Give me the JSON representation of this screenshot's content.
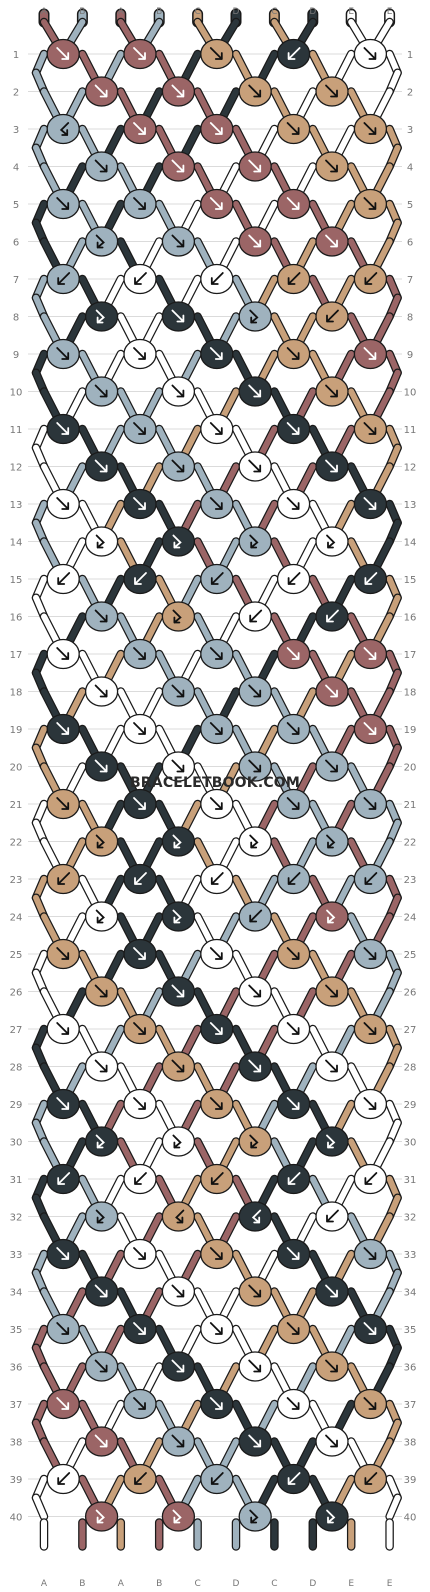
{
  "watermark": "BRACELETBOOK.COM",
  "strand_labels": [
    "A",
    "B",
    "A",
    "B",
    "C",
    "D",
    "C",
    "D",
    "E",
    "E"
  ],
  "colors": {
    "A": "#9b6566",
    "B": "#9fb2be",
    "C": "#c8a07a",
    "D": "#2b353a",
    "E": "#ffffff"
  },
  "initial_strands": [
    "A",
    "B",
    "A",
    "B",
    "C",
    "D",
    "C",
    "D",
    "E",
    "E"
  ],
  "rows": [
    {
      "label": "1",
      "knots": [
        "f",
        "f",
        "f",
        "b",
        "f"
      ]
    },
    {
      "label": "2",
      "knots": [
        "f",
        "f",
        "f",
        "f"
      ]
    },
    {
      "label": "3",
      "knots": [
        "bf",
        "f",
        "f",
        "f",
        "f"
      ]
    },
    {
      "label": "4",
      "knots": [
        "f",
        "f",
        "f",
        "f"
      ]
    },
    {
      "label": "5",
      "knots": [
        "f",
        "f",
        "f",
        "f",
        "f"
      ]
    },
    {
      "label": "6",
      "knots": [
        "fb",
        "f",
        "f",
        "f"
      ]
    },
    {
      "label": "7",
      "knots": [
        "b",
        "b",
        "b",
        "b",
        "b"
      ]
    },
    {
      "label": "8",
      "knots": [
        "fb",
        "f",
        "fb",
        "b"
      ]
    },
    {
      "label": "9",
      "knots": [
        "f",
        "f",
        "f",
        "f",
        "f"
      ]
    },
    {
      "label": "10",
      "knots": [
        "f",
        "f",
        "f",
        "f"
      ]
    },
    {
      "label": "11",
      "knots": [
        "f",
        "f",
        "f",
        "f",
        "f"
      ]
    },
    {
      "label": "12",
      "knots": [
        "f",
        "f",
        "f",
        "f"
      ]
    },
    {
      "label": "13",
      "knots": [
        "f",
        "f",
        "f",
        "f",
        "f"
      ]
    },
    {
      "label": "14",
      "knots": [
        "fb",
        "fb",
        "fb",
        "fb"
      ]
    },
    {
      "label": "15",
      "knots": [
        "b",
        "b",
        "b",
        "b",
        "b"
      ]
    },
    {
      "label": "16",
      "knots": [
        "f",
        "fb",
        "b",
        "b"
      ]
    },
    {
      "label": "17",
      "knots": [
        "f",
        "f",
        "f",
        "f",
        "f"
      ]
    },
    {
      "label": "18",
      "knots": [
        "f",
        "f",
        "f",
        "f"
      ]
    },
    {
      "label": "19",
      "knots": [
        "f",
        "f",
        "f",
        "f",
        "f"
      ]
    },
    {
      "label": "20",
      "knots": [
        "f",
        "f",
        "f",
        "f"
      ]
    },
    {
      "label": "21",
      "knots": [
        "f",
        "f",
        "f",
        "f",
        "f"
      ]
    },
    {
      "label": "22",
      "knots": [
        "fb",
        "fb",
        "fb",
        "fb"
      ]
    },
    {
      "label": "23",
      "knots": [
        "b",
        "b",
        "b",
        "b",
        "b"
      ]
    },
    {
      "label": "24",
      "knots": [
        "fb",
        "fb",
        "b",
        "fb"
      ]
    },
    {
      "label": "25",
      "knots": [
        "f",
        "f",
        "f",
        "f",
        "f"
      ]
    },
    {
      "label": "26",
      "knots": [
        "f",
        "f",
        "f",
        "f"
      ]
    },
    {
      "label": "27",
      "knots": [
        "f",
        "f",
        "f",
        "f",
        "f"
      ]
    },
    {
      "label": "28",
      "knots": [
        "f",
        "f",
        "f",
        "f"
      ]
    },
    {
      "label": "29",
      "knots": [
        "f",
        "f",
        "f",
        "f",
        "f"
      ]
    },
    {
      "label": "30",
      "knots": [
        "fb",
        "fb",
        "fb",
        "fb"
      ]
    },
    {
      "label": "31",
      "knots": [
        "b",
        "b",
        "b",
        "b",
        "b"
      ]
    },
    {
      "label": "32",
      "knots": [
        "fb",
        "bf",
        "bf",
        "b"
      ]
    },
    {
      "label": "33",
      "knots": [
        "f",
        "f",
        "f",
        "f",
        "f"
      ]
    },
    {
      "label": "34",
      "knots": [
        "f",
        "f",
        "f",
        "f"
      ]
    },
    {
      "label": "35",
      "knots": [
        "f",
        "f",
        "f",
        "f",
        "f"
      ]
    },
    {
      "label": "36",
      "knots": [
        "f",
        "f",
        "f",
        "f"
      ]
    },
    {
      "label": "37",
      "knots": [
        "f",
        "f",
        "f",
        "f",
        "f"
      ]
    },
    {
      "label": "38",
      "knots": [
        "f",
        "f",
        "f",
        "f"
      ]
    },
    {
      "label": "39",
      "knots": [
        "b",
        "b",
        "b",
        "b",
        "b"
      ]
    },
    {
      "label": "40",
      "knots": [
        "fb",
        "fb",
        "fb",
        "fb"
      ]
    }
  ]
}
